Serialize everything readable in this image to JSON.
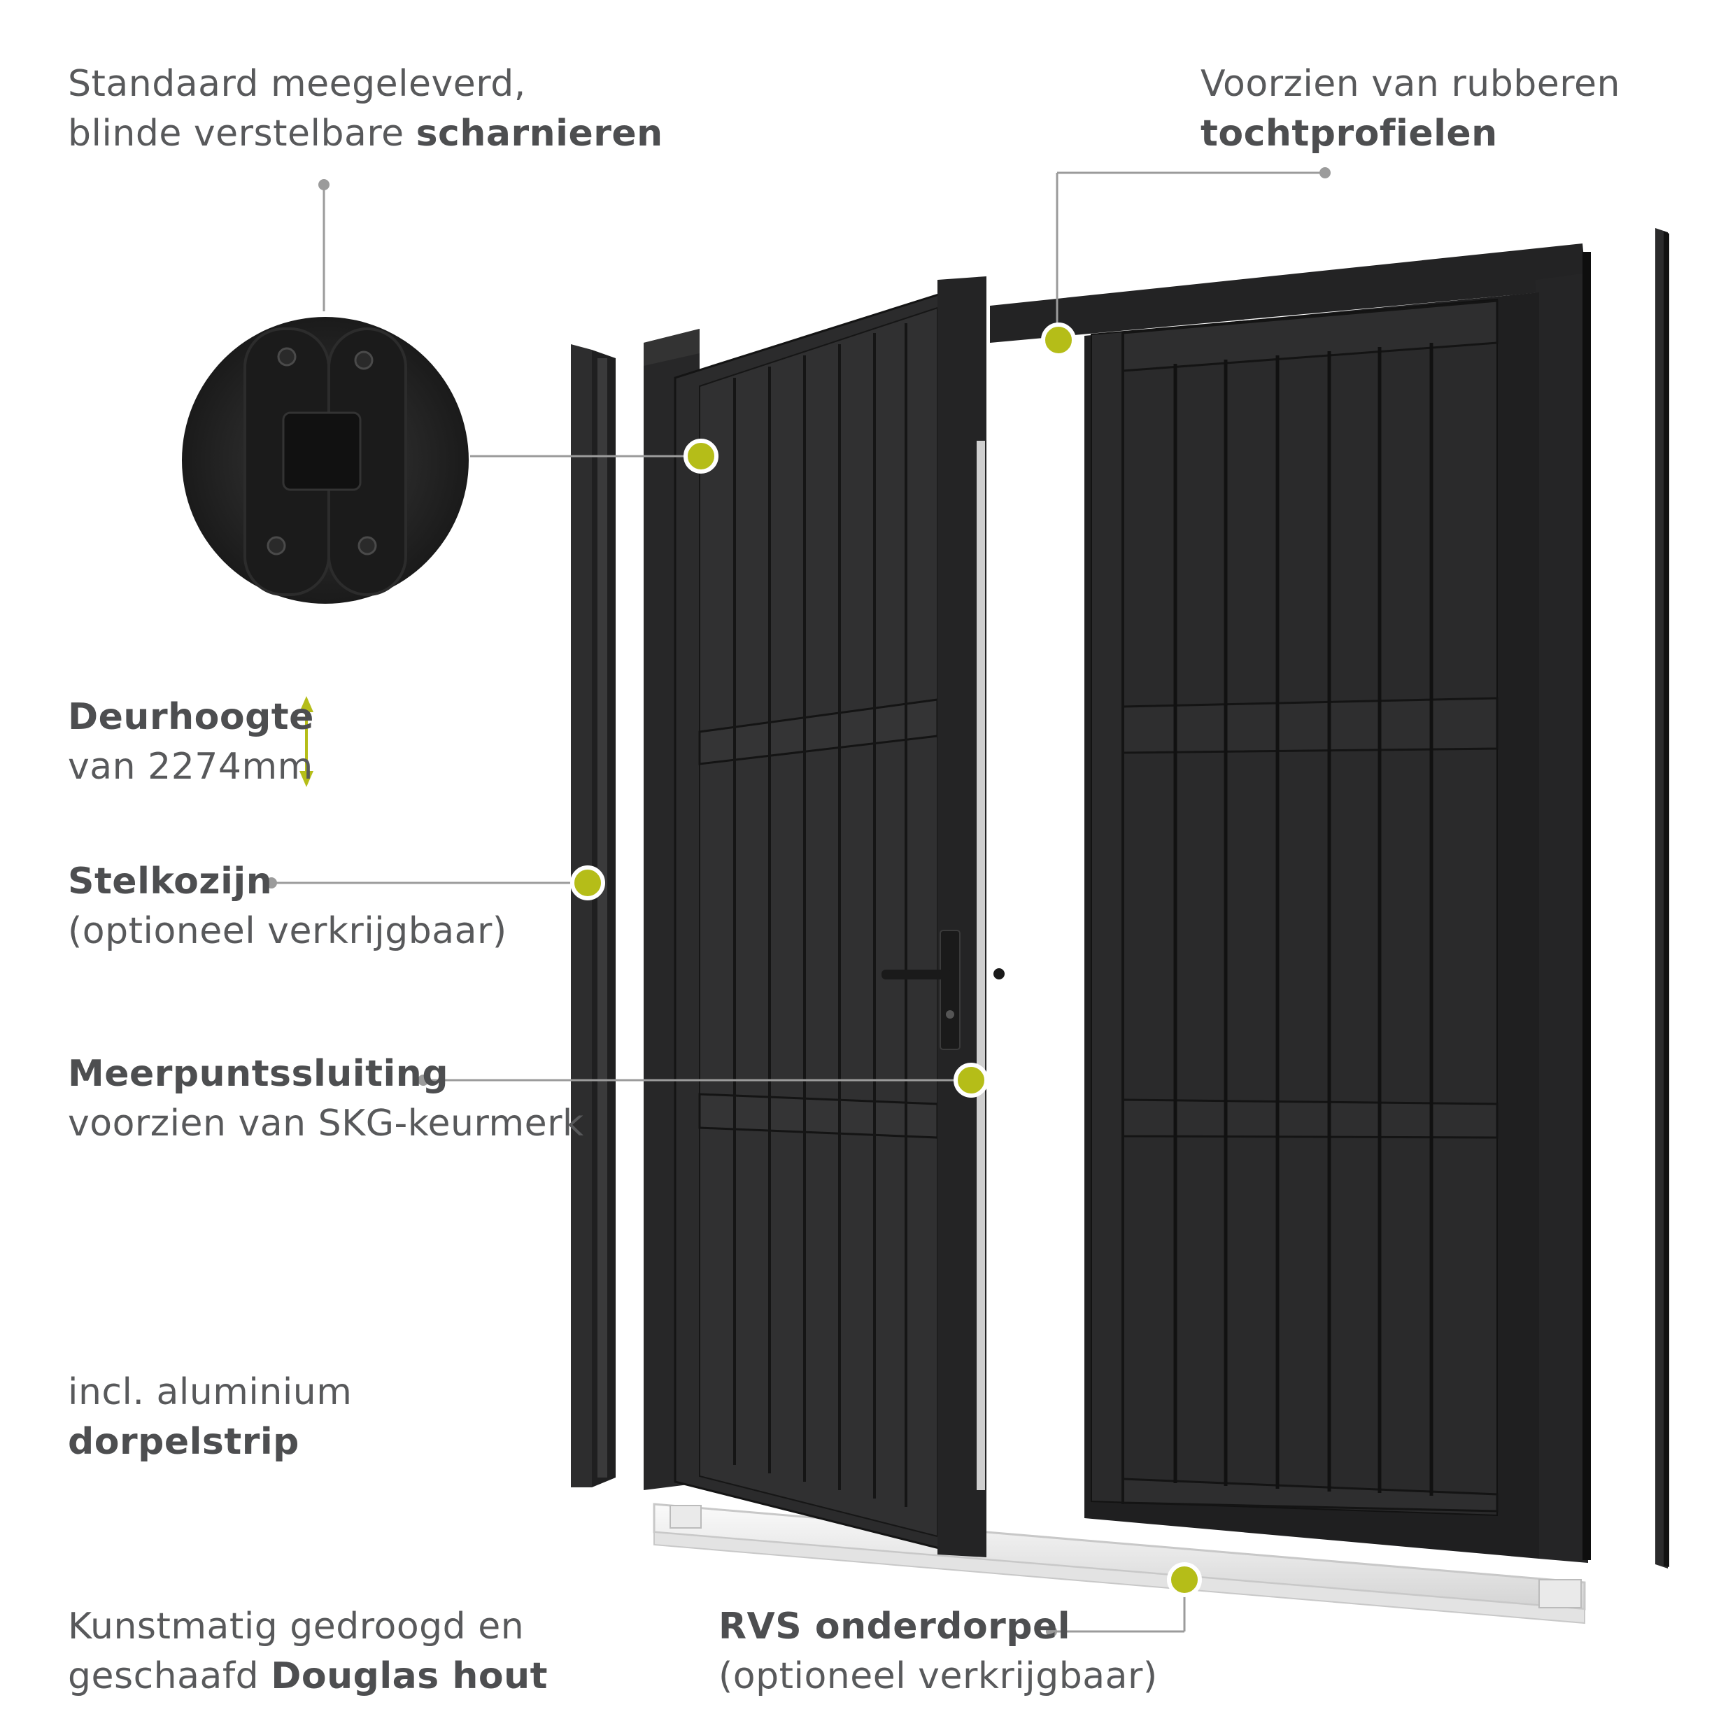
{
  "callouts": {
    "scharnieren": {
      "line1": "Standaard meegeleverd,",
      "line2_regular": "blinde verstelbare ",
      "line2_bold": "scharnieren"
    },
    "tochtprofielen": {
      "line1": "Voorzien van rubberen",
      "line2_bold": "tochtprofielen"
    },
    "deurhoogte": {
      "title": "Deurhoogte",
      "value": "van 2274mm"
    },
    "stelkozijn": {
      "title": "Stelkozijn",
      "note": "(optioneel verkrijgbaar)"
    },
    "meerpuntssluiting": {
      "title": "Meerpuntssluiting",
      "note": "voorzien van SKG-keurmerk"
    },
    "dorpelstrip": {
      "line1": "incl. aluminium",
      "line2_bold": "dorpelstrip"
    },
    "douglas": {
      "line1": "Kunstmatig gedroogd en",
      "line2_regular": "geschaafd ",
      "line2_bold": "Douglas hout"
    },
    "onderdorpel": {
      "title": "RVS onderdorpel",
      "note": "(optioneel verkrijgbaar)"
    }
  },
  "colors": {
    "accent": "#b5bd18",
    "text": "#58595b",
    "door": "#2a2a2b",
    "leader": "#9b9b9b"
  },
  "icons": [
    "hinge-closeup",
    "height-arrow-icon",
    "callout-dot"
  ]
}
